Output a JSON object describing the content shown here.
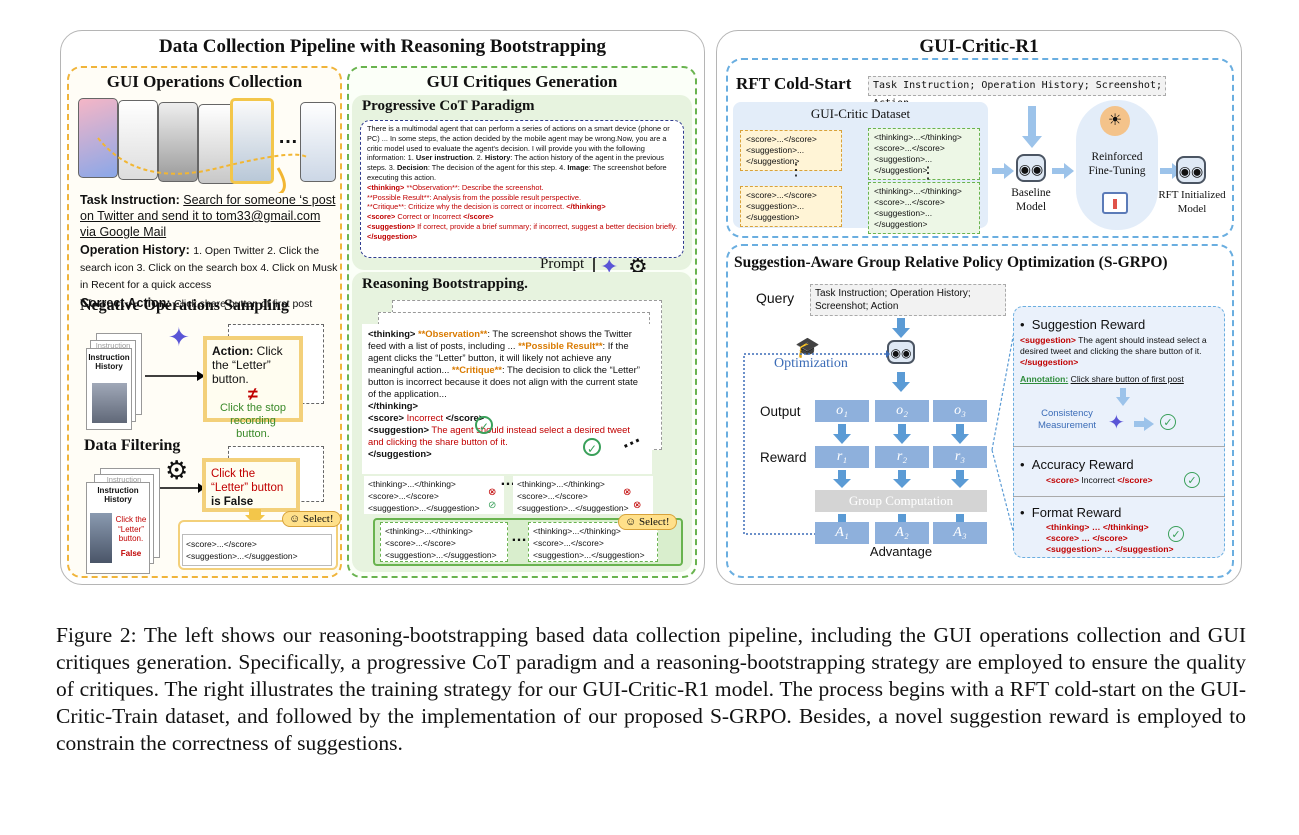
{
  "left": {
    "title": "Data Collection Pipeline with Reasoning Bootstrapping",
    "ops": {
      "title": "GUI Operations Collection",
      "dots": "…",
      "task_label": "Task Instruction:",
      "task_text": "Search for someone ‘s post on Twitter and send it to tom33@gmail.com via Google Mail",
      "history_label": "Operation History:",
      "history_text": "1. Open Twitter 2. Click the search icon 3. Click on the search box 4. Click on Musk in Recent for a quick access",
      "action_label": "Correct Action:",
      "action_text": "Click share button of first post"
    },
    "neg": {
      "title": "Negative Operations Sampling",
      "stack_top": "Instruction",
      "stack_label": "Instruction\nHistory",
      "action_label": "Action:",
      "action_text": "Click the “Letter” button.",
      "neq": "≠",
      "alt_text": "Click the stop recording button."
    },
    "filter": {
      "title": "Data Filtering",
      "stack_top": "Instruction",
      "stack_label": "Instruction\nHistory",
      "stack_red": "Click the “Letter” button.",
      "stack_false": "False",
      "verdict_red": "Click the “Letter” button",
      "verdict_is": "is False",
      "select": "Select!",
      "out1": "<score>...</score>",
      "out2": "<suggestion>...</suggestion>"
    },
    "critiques": {
      "title": "GUI Critiques Generation",
      "cot_title": "Progressive CoT Paradigm",
      "cot_p1": "There is a multimodal agent that can perform a series of actions on a smart device (phone or PC) ... In some steps, the action decided by the mobile agent may be wrong.Now, you are a critic model used to evaluate the agent's decision. I will provide you with the following information: 1.",
      "cot_b1": "User instruction",
      "cot_p2": ". 2.",
      "cot_b2": "History",
      "cot_p3": ": The action history of the agent in the previous steps. 3.",
      "cot_b3": "Decision",
      "cot_p4": ": The decision of the agent for this step. 4.",
      "cot_b4": "Image",
      "cot_p5": ": The screenshot before executing this action.",
      "cot_l1a": "<thinking>",
      "cot_l1b": "**Observation**: Describe the screenshot.",
      "cot_l2": "**Possible Result**: Analysis from the possible result perspective.",
      "cot_l3a": "**Critique**: Criticize why the decision is correct or incorrect.",
      "cot_l3b": "</thinking>",
      "cot_l4a": "<score>",
      "cot_l4b": "Correct or Incorrect",
      "cot_l4c": "</score>",
      "cot_l5a": "<suggestion>",
      "cot_l5b": "If correct, provide a brief summary; if incorrect, suggest a better decision briefly.",
      "cot_l5c": "</suggestion>",
      "prompt": "Prompt",
      "rb_title": "Reasoning Bootstrapping.",
      "rb_t1": "<thinking>",
      "rb_obs": "**Observation**",
      "rb_obs_text": ": The screenshot shows the Twitter feed with a list of posts, including ...",
      "rb_pr": "**Possible Result**",
      "rb_pr_text": ": If the agent clicks the “Letter” button, it will likely not achieve any meaningful action...",
      "rb_cr": "**Critique**",
      "rb_cr_text": ": The decision to click the “Letter” button is incorrect because it does not align with the current state of the application...",
      "rb_t2": "</thinking>",
      "rb_score_a": "<score>",
      "rb_score_b": "Incorrect",
      "rb_score_c": "</score>",
      "rb_sug_a": "<suggestion>",
      "rb_sug_b": "The agent should instead select a desired tweet and clicking the share button of it.",
      "rb_sug_c": "</suggestion>",
      "cand1": "<thinking>...</thinking>",
      "cand2": "<score>...</score>",
      "cand3": "<suggestion>...</suggestion>",
      "dots": "…",
      "select": "Select!"
    }
  },
  "right": {
    "title": "GUI-Critic-R1",
    "rft": {
      "title": "RFT Cold-Start",
      "input": "Task Instruction; Operation History; Screenshot; Action",
      "dataset": "GUI-Critic Dataset",
      "y1": "<score>...</score>",
      "y2": "<suggestion>...</suggestion>",
      "g1": "<thinking>...</thinking>",
      "g2": "<score>...</score>",
      "g3": "<suggestion>...</suggestion>",
      "vdots": "⋮",
      "baseline": "Baseline\nModel",
      "rft_label": "Reinforced\nFine-Tuning",
      "init": "RFT Initialized\nModel"
    },
    "sgrpo": {
      "title": "Suggestion-Aware Group Relative Policy Optimization (S-GRPO)",
      "query_label": "Query",
      "query_text": "Task Instruction; Operation History; Screenshot; Action",
      "optimization": "Optimization",
      "output_label": "Output",
      "reward_label": "Reward",
      "o": [
        "o₁",
        "o₂",
        "o₃"
      ],
      "r": [
        "r₁",
        "r₂",
        "r₃"
      ],
      "a": [
        "A₁",
        "A₂",
        "A₃"
      ],
      "group": "Group Computation",
      "advantage": "Advantage",
      "sug_reward": "Suggestion Reward",
      "sug_a": "<suggestion>",
      "sug_b": "The agent should instead select a desired tweet and clicking the share button of it.",
      "sug_c": "</suggestion>",
      "annotation_label": "Annotation:",
      "annotation_text": "Click share button of first post",
      "consistency": "Consistency\nMeasurement",
      "acc_reward": "Accuracy Reward",
      "acc_a": "<score>",
      "acc_b": "Incorrect",
      "acc_c": "</score>",
      "fmt_reward": "Format Reward",
      "fmt1": "<thinking> … </thinking>",
      "fmt2": "<score> … </score>",
      "fmt3": "<suggestion> … </suggestion>",
      "bullet": "•"
    }
  },
  "caption": "Figure 2: The left shows our reasoning-bootstrapping based data collection pipeline, including the GUI operations collection and GUI critiques generation. Specifically, a progressive CoT paradigm and a reasoning-bootstrapping strategy are employed to ensure the quality of critiques. The right illustrates the training strategy for our GUI-Critic-R1 model. The process begins with a RFT cold-start on the GUI-Critic-Train dataset, and followed by the implementation of our proposed S-GRPO. Besides, a novel suggestion reward is employed to constrain the correctness of suggestions.",
  "colors": {
    "blue": "#5b9bd5",
    "green": "#69b34f",
    "yellow": "#f0b43a",
    "red": "#c00000"
  }
}
